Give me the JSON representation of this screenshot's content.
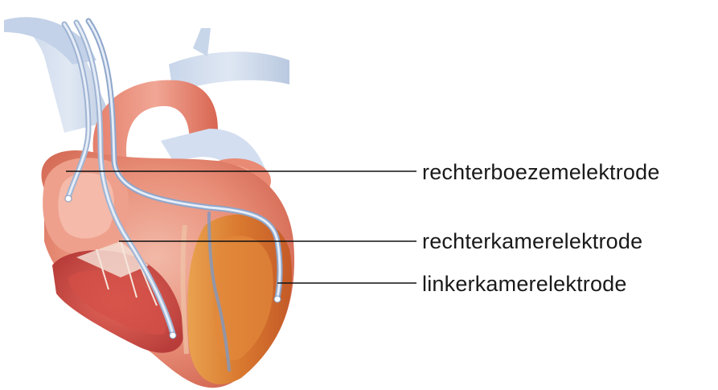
{
  "diagram": {
    "labels": {
      "right_atrium_electrode": "rechterboezemelektrode",
      "right_ventricle_electrode": "rechterkamerelektrode",
      "left_ventricle_electrode": "linkerkamerelektrode"
    }
  }
}
